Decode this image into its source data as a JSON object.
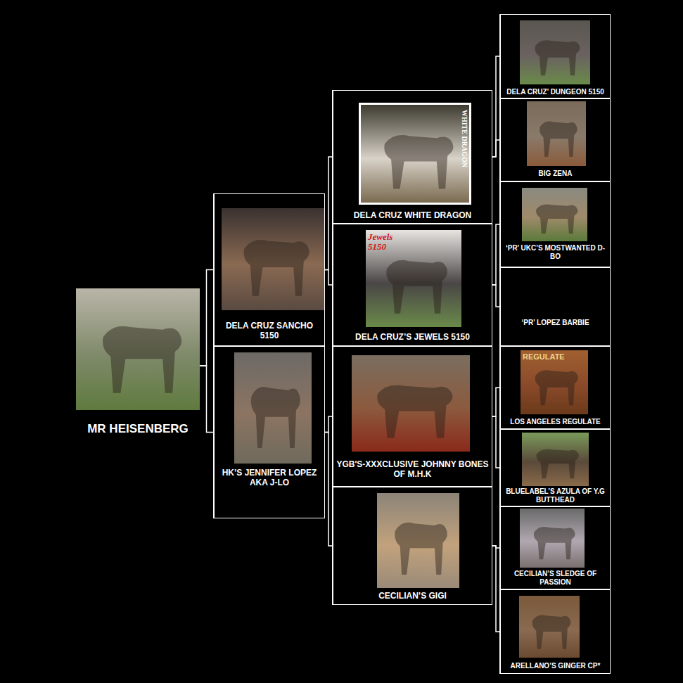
{
  "diagram": {
    "nodes": [
      {
        "text": [
          "MR HEISENBERG"
        ]
      },
      {
        "text": [
          "DELA CRUZ SANCHO 5150"
        ]
      },
      {
        "text": [
          "HK’S JENNIFER LOPEZ AKA J-LO"
        ]
      },
      {
        "text": [
          "DELA CRUZ WHITE DRAGON"
        ]
      },
      {
        "text": [
          "DELA CRUZ’S JEWELS 5150"
        ]
      },
      {
        "text": [
          "YGB'S-XXXCLUSIVE JOHNNY BONES OF M.H.K"
        ]
      },
      {
        "text": [
          "CECILIAN’S GIGI"
        ]
      },
      {
        "text": [
          "DELA CRUZ’ DUNGEON 5150"
        ]
      },
      {
        "text": [
          "BIG ZENA"
        ]
      },
      {
        "text": [
          "‘PR’ UKC’S MOSTWANTED D-BO"
        ]
      },
      {
        "text": [
          "‘PR’ LOPEZ BARBIE"
        ]
      },
      {
        "text": [
          "LOS ANGELES REGULATE"
        ]
      },
      {
        "text": [
          "BLUELABEL’S AZULA OF Y.G BUTTHEAD"
        ]
      },
      {
        "text": [
          "CECILIAN’S SLEDGE OF PASSION"
        ]
      },
      {
        "text": [
          "ARELLANO’S GINGER CP*"
        ]
      }
    ],
    "edges": [
      {
        "from": 0,
        "to": 1,
        "arrow": "none"
      },
      {
        "from": 0,
        "to": 2,
        "arrow": "none"
      },
      {
        "from": 1,
        "to": 3,
        "arrow": "none"
      },
      {
        "from": 1,
        "to": 4,
        "arrow": "none"
      },
      {
        "from": 2,
        "to": 5,
        "arrow": "none"
      },
      {
        "from": 2,
        "to": 6,
        "arrow": "none"
      },
      {
        "from": 3,
        "to": 7,
        "arrow": "none"
      },
      {
        "from": 3,
        "to": 8,
        "arrow": "none"
      },
      {
        "from": 4,
        "to": 9,
        "arrow": "none"
      },
      {
        "from": 4,
        "to": 10,
        "arrow": "none"
      },
      {
        "from": 5,
        "to": 11,
        "arrow": "none"
      },
      {
        "from": 5,
        "to": 12,
        "arrow": "none"
      },
      {
        "from": 6,
        "to": 13,
        "arrow": "none"
      },
      {
        "from": 6,
        "to": 14,
        "arrow": "none"
      }
    ],
    "labels": [
      "WHITE DRAGON",
      "Jewels 5150",
      "REGULATE"
    ]
  }
}
